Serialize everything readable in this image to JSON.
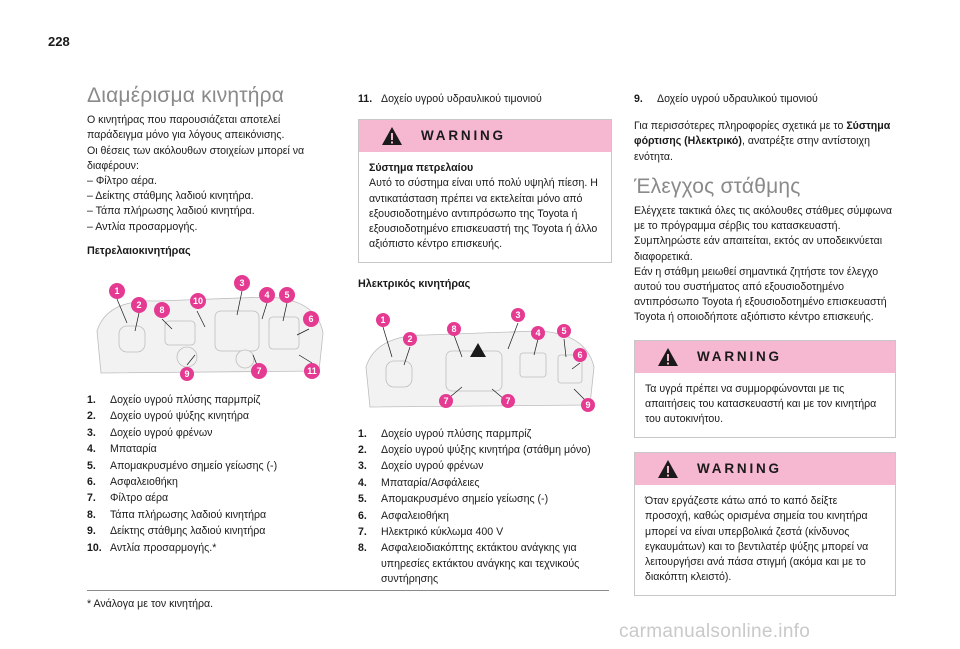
{
  "page_number": "228",
  "col1": {
    "title": "Διαμέρισμα κινητήρα",
    "intro": [
      "Ο κινητήρας που παρουσιάζεται αποτελεί παράδειγμα μόνο για λόγους απεικόνισης.",
      "Οι θέσεις των ακόλουθων στοιχείων μπορεί να διαφέρουν:"
    ],
    "dashes": [
      "–  Φίλτρο αέρα.",
      "–  Δείκτης στάθμης λαδιού κινητήρα.",
      "–  Τάπα πλήρωσης λαδιού κινητήρα.",
      "–  Αντλία προσαρμογής."
    ],
    "subhead": "Πετρελαιοκινητήρας",
    "diagram_badges": [
      "1",
      "2",
      "8",
      "10",
      "3",
      "4",
      "5",
      "6",
      "9",
      "7",
      "11"
    ],
    "items": [
      {
        "n": "1.",
        "t": "Δοχείο υγρού πλύσης παρμπρίζ"
      },
      {
        "n": "2.",
        "t": "Δοχείο υγρού ψύξης κινητήρα"
      },
      {
        "n": "3.",
        "t": "Δοχείο υγρού φρένων"
      },
      {
        "n": "4.",
        "t": "Μπαταρία"
      },
      {
        "n": "5.",
        "t": "Απομακρυσμένο σημείο γείωσης (-)"
      },
      {
        "n": "6.",
        "t": "Ασφαλειοθήκη"
      },
      {
        "n": "7.",
        "t": "Φίλτρο αέρα"
      },
      {
        "n": "8.",
        "t": "Τάπα πλήρωσης λαδιού κινητήρα"
      },
      {
        "n": "9.",
        "t": "Δείκτης στάθμης λαδιού κινητήρα"
      },
      {
        "n": "10.",
        "t": "Αντλία προσαρμογής.*"
      }
    ]
  },
  "col2": {
    "item11": {
      "n": "11.",
      "t": "Δοχείο υγρού υδραυλικού τιμονιού"
    },
    "warning": {
      "title": "WARNING",
      "bold": "Σύστημα πετρελαίου",
      "body": "Αυτό το σύστημα είναι υπό πολύ υψηλή πίεση. Η αντικατάσταση πρέπει να εκτελείται μόνο από εξουσιοδοτημένο αντιπρόσωπο της Toyota ή εξουσιοδοτημένο επισκευαστή της Toyota ή άλλο αξιόπιστο κέντρο επισκευής."
    },
    "subhead": "Ηλεκτρικός κινητήρας",
    "diagram_badges": [
      "1",
      "2",
      "8",
      "3",
      "4",
      "5",
      "6",
      "7",
      "7",
      "9"
    ],
    "items": [
      {
        "n": "1.",
        "t": "Δοχείο υγρού πλύσης παρμπρίζ"
      },
      {
        "n": "2.",
        "t": "Δοχείο υγρού ψύξης κινητήρα (στάθμη μόνο)"
      },
      {
        "n": "3.",
        "t": "Δοχείο υγρού φρένων"
      },
      {
        "n": "4.",
        "t": "Μπαταρία/Ασφάλειες"
      },
      {
        "n": "5.",
        "t": "Απομακρυσμένο σημείο γείωσης (-)"
      },
      {
        "n": "6.",
        "t": "Ασφαλειοθήκη"
      },
      {
        "n": "7.",
        "t": "Ηλεκτρικό κύκλωμα 400 V"
      },
      {
        "n": "8.",
        "t": "Ασφαλειοδιακόπτης εκτάκτου ανάγκης για υπηρεσίες εκτάκτου ανάγκης και τεχνικούς συντήρησης"
      }
    ]
  },
  "col3": {
    "item9": {
      "n": "9.",
      "t": "Δοχείο υγρού υδραυλικού τιμονιού"
    },
    "more_pre": "Για περισσότερες πληροφορίες σχετικά με το ",
    "more_bold": "Σύστημα φόρτισης (Ηλεκτρικό)",
    "more_post": ", ανατρέξτε στην αντίστοιχη ενότητα.",
    "title": "Έλεγχος στάθμης",
    "body": [
      "Ελέγχετε τακτικά όλες τις ακόλουθες στάθμες σύμφωνα με το πρόγραμμα σέρβις του κατασκευαστή. Συμπληρώστε εάν απαιτείται, εκτός αν υποδεικνύεται διαφορετικά.",
      "Εάν η στάθμη μειωθεί σημαντικά ζητήστε τον έλεγχο αυτού του συστήματος από εξουσιοδοτημένο αντιπρόσωπο Toyota ή εξουσιοδοτημένο επισκευαστή Toyota ή οποιοδήποτε αξιόπιστο κέντρο επισκευής."
    ],
    "warning1": {
      "title": "WARNING",
      "body": "Τα υγρά πρέπει να συμμορφώνονται με τις απαιτήσεις του κατασκευαστή και με τον κινητήρα του αυτοκινήτου."
    },
    "warning2": {
      "title": "WARNING",
      "body": "Όταν εργάζεστε κάτω από το καπό δείξτε προσοχή, καθώς ορισμένα σημεία του κινητήρα μπορεί να είναι υπερβολικά ζεστά (κίνδυνος εγκαυμάτων) και το βεντιλατέρ ψύξης μπορεί να λειτουργήσει ανά πάσα στιγμή (ακόμα και με το διακόπτη κλειστό)."
    }
  },
  "footnote": "* Ανάλογα με τον κινητήρα.",
  "watermark": "carmanualsonline.info",
  "colors": {
    "accent_pink": "#e53a91",
    "warning_band": "#f5b8d0",
    "title_gray": "#8a8a8a"
  }
}
